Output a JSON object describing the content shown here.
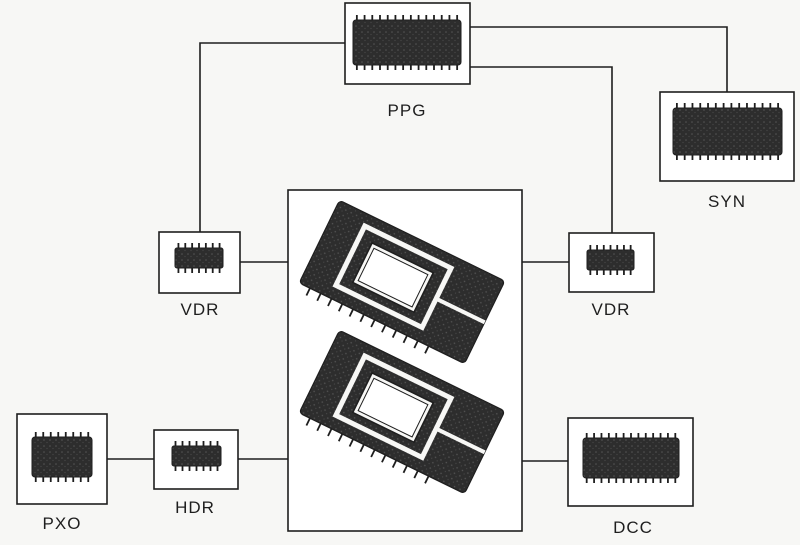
{
  "title": "",
  "colors": {
    "line": "#1e1e1e",
    "chip": "#2d2d2d",
    "paper": "#f7f7f5",
    "box": "#ffffff"
  },
  "components": {
    "ppg": {
      "label": "PPG"
    },
    "syn": {
      "label": "SYN"
    },
    "vdr_left": {
      "label": "VDR"
    },
    "vdr_right": {
      "label": "VDR"
    },
    "pxo": {
      "label": "PXO"
    },
    "hdr": {
      "label": "HDR"
    },
    "dcc": {
      "label": "DCC"
    },
    "sensor": {
      "label": ""
    }
  }
}
